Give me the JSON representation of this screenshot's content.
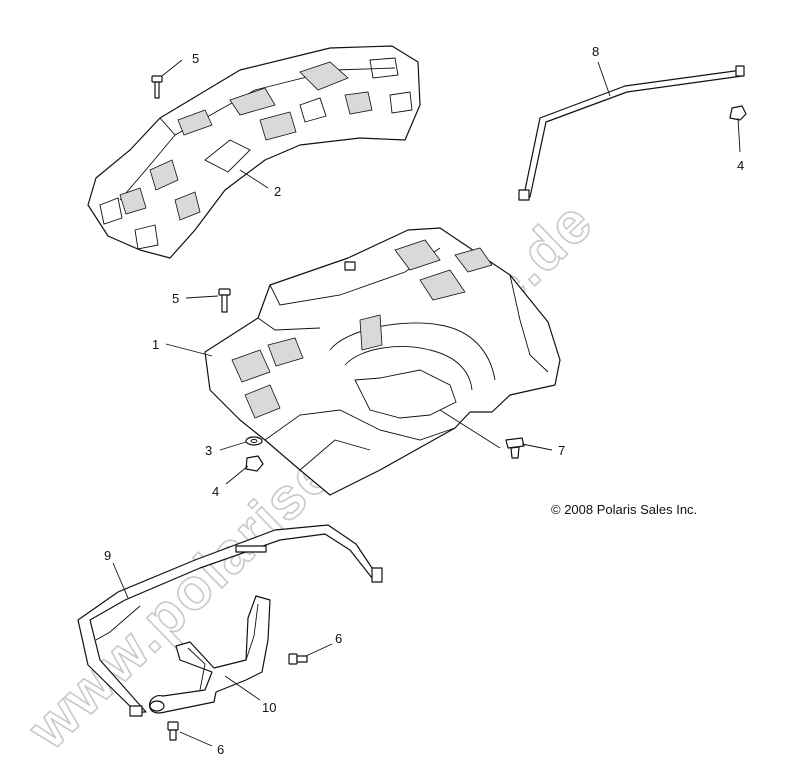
{
  "watermark": "www.polarisersatzteile.de",
  "copyright": "© 2008 Polaris Sales Inc.",
  "callouts": {
    "c1": "1",
    "c2": "2",
    "c3": "3",
    "c4a": "4",
    "c4b": "4",
    "c5a": "5",
    "c5b": "5",
    "c6a": "6",
    "c6b": "6",
    "c7": "7",
    "c8": "8",
    "c9": "9",
    "c10": "10"
  }
}
